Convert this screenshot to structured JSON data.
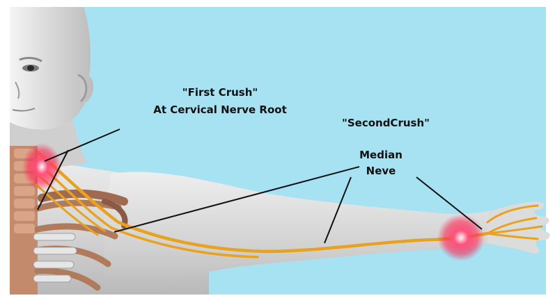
{
  "labels": {
    "first_crush_title": "\"First Crush\"",
    "first_crush_sub": "At Cervical Nerve Root",
    "second_crush": "\"SecondCrush\"",
    "median_line1": "Median",
    "median_line2": "Neve"
  },
  "colors": {
    "background": "#a6e2f2",
    "skin": "#d9d9d9",
    "nerve": "#e8a21e",
    "spine": "#c9886a",
    "hotspot": "#ff2a55",
    "leader_line": "#111111"
  },
  "icons": {
    "neck_hotspot": "red-glow-icon",
    "wrist_hotspot": "red-glow-icon"
  }
}
